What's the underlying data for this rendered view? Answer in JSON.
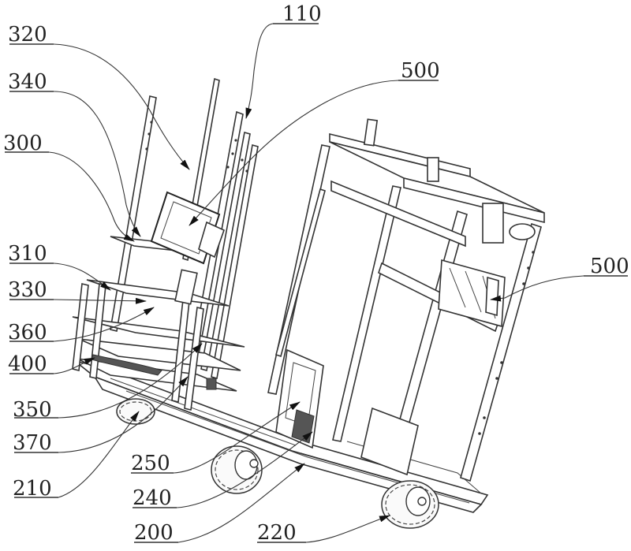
{
  "figure": {
    "title": "",
    "description": "Patent-style isometric line drawing of a wheeled robotic chassis with mast frame and cabinet, annotated with reference numerals",
    "line_color": "#333333",
    "background": "#ffffff"
  },
  "callouts": [
    {
      "id": "c110",
      "label": "110",
      "target": "mast-rod"
    },
    {
      "id": "c320",
      "label": "320",
      "target": "mast-guide-rod"
    },
    {
      "id": "c340",
      "label": "340",
      "target": "upper-plate"
    },
    {
      "id": "c300",
      "label": "300",
      "target": "lifting-assembly"
    },
    {
      "id": "c500a",
      "label": "500",
      "target": "display-screen"
    },
    {
      "id": "c500b",
      "label": "500",
      "target": "cabinet-mechanism"
    },
    {
      "id": "c310",
      "label": "310",
      "target": "top-bracket"
    },
    {
      "id": "c330",
      "label": "330",
      "target": "slide-plate"
    },
    {
      "id": "c360",
      "label": "360",
      "target": "middle-plate"
    },
    {
      "id": "c400",
      "label": "400",
      "target": "drive-module"
    },
    {
      "id": "c350",
      "label": "350",
      "target": "vertical-column"
    },
    {
      "id": "c370",
      "label": "370",
      "target": "lower-column"
    },
    {
      "id": "c210",
      "label": "210",
      "target": "front-wheel"
    },
    {
      "id": "c250",
      "label": "250",
      "target": "center-wheel"
    },
    {
      "id": "c240",
      "label": "240",
      "target": "suspension-spring"
    },
    {
      "id": "c200",
      "label": "200",
      "target": "chassis-base"
    },
    {
      "id": "c220",
      "label": "220",
      "target": "rear-wheel"
    }
  ]
}
